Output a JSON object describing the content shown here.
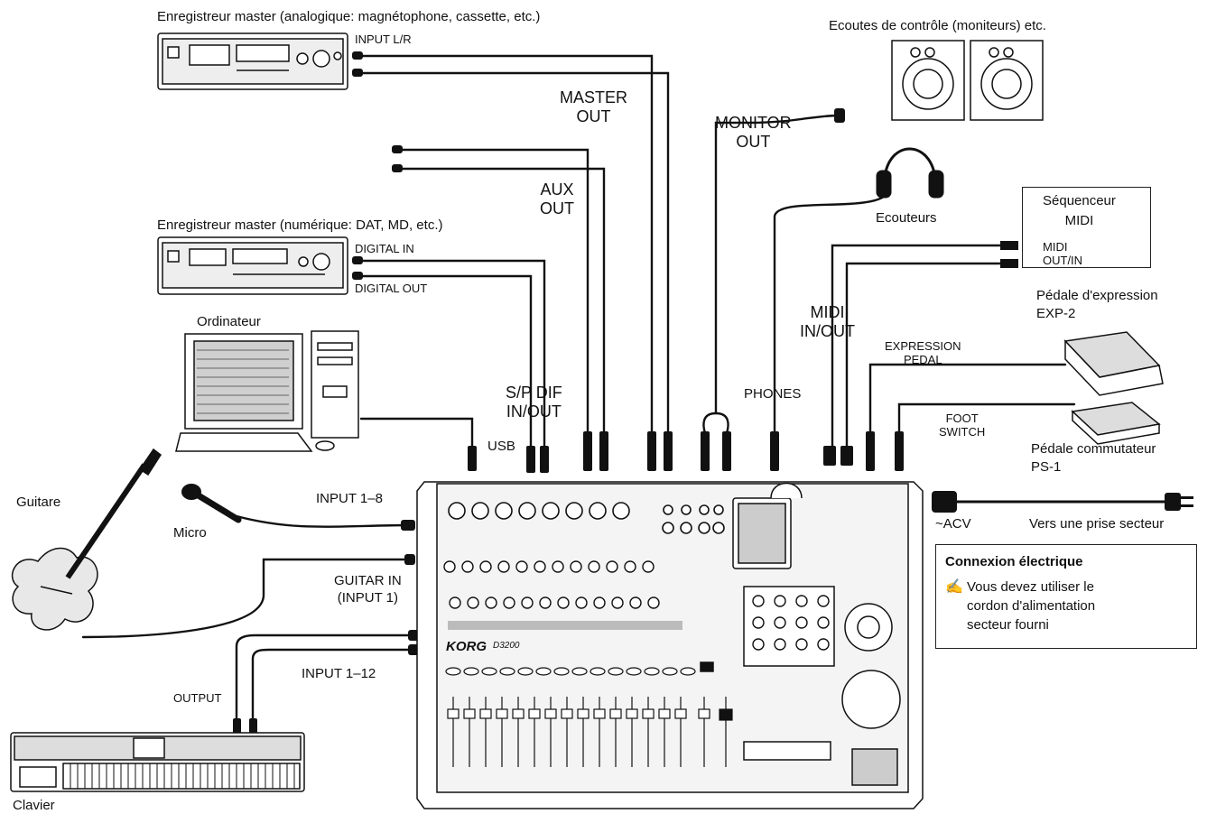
{
  "labels": {
    "master_analog": "Enregistreur master (analogique: magnétophone, cassette, etc.)",
    "input_lr": "INPUT L/R",
    "master_out": "MASTER\nOUT",
    "monitors": "Ecoutes de contrôle (moniteurs) etc.",
    "monitor_out": "MONITOR\nOUT",
    "aux_out": "AUX\nOUT",
    "headphones": "Ecouteurs",
    "sequencer": "Séquenceur\nMIDI",
    "midi_out_in": "MIDI\nOUT/IN",
    "master_digital": "Enregistreur master (numérique: DAT, MD, etc.)",
    "digital_in": "DIGITAL IN",
    "digital_out": "DIGITAL OUT",
    "midi_in_out": "MIDI\nIN/OUT",
    "exp_pedal": "Pédale d'expression\nEXP-2",
    "expression_pedal": "EXPRESSION\nPEDAL",
    "computer": "Ordinateur",
    "spdif": "S/P DIF\nIN/OUT",
    "phones": "PHONES",
    "foot_switch": "FOOT\nSWITCH",
    "usb": "USB",
    "ps1": "Pédale commutateur\nPS-1",
    "guitar": "Guitare",
    "mic": "Micro",
    "input_1_8": "INPUT 1–8",
    "acv": "~ACV",
    "outlet": "Vers une prise secteur",
    "guitar_in": "GUITAR IN\n(INPUT 1)",
    "input_1_12": "INPUT 1–12",
    "output": "OUTPUT",
    "keyboard": "Clavier"
  },
  "brand": "KORG",
  "model": "D3200",
  "note": {
    "title": "Connexion électrique",
    "icon": "warning-hand-icon",
    "text": "Vous devez utiliser le\ncordon d'alimentation\nsecteur fourni"
  }
}
